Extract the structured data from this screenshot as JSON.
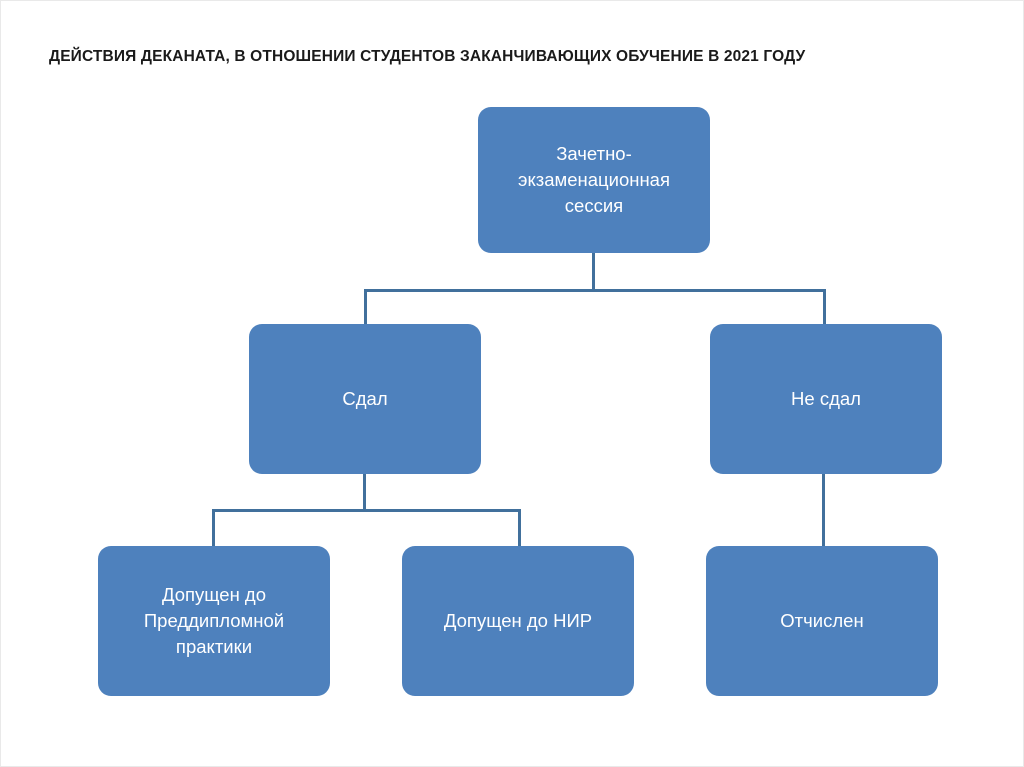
{
  "slide": {
    "title": "ДЕЙСТВИЯ ДЕКАНАТА, В ОТНОШЕНИИ СТУДЕНТОВ ЗАКАНЧИВАЮЩИХ ОБУЧЕНИЕ В 2021 ГОДУ",
    "background_color": "#FFFFFF"
  },
  "diagram": {
    "type": "flowchart-tree",
    "node_fill_color": "#4E81BD",
    "node_text_color": "#FFFFFF",
    "connector_color": "#41709C",
    "nodes": [
      {
        "id": "root",
        "label": "Зачетно-\nэкзаменационная\nсессия",
        "level": 0
      },
      {
        "id": "passed",
        "label": "Сдал",
        "level": 1
      },
      {
        "id": "failed",
        "label": "Не сдал",
        "level": 1
      },
      {
        "id": "pre-diploma",
        "label": "Допущен до\nПреддипломной\nпрактики",
        "level": 2
      },
      {
        "id": "nir",
        "label": "Допущен до НИР",
        "level": 2
      },
      {
        "id": "expelled",
        "label": "Отчислен",
        "level": 2
      }
    ],
    "edges": [
      {
        "from": "root",
        "to": "passed"
      },
      {
        "from": "root",
        "to": "failed"
      },
      {
        "from": "passed",
        "to": "pre-diploma"
      },
      {
        "from": "passed",
        "to": "nir"
      },
      {
        "from": "failed",
        "to": "expelled"
      }
    ]
  }
}
